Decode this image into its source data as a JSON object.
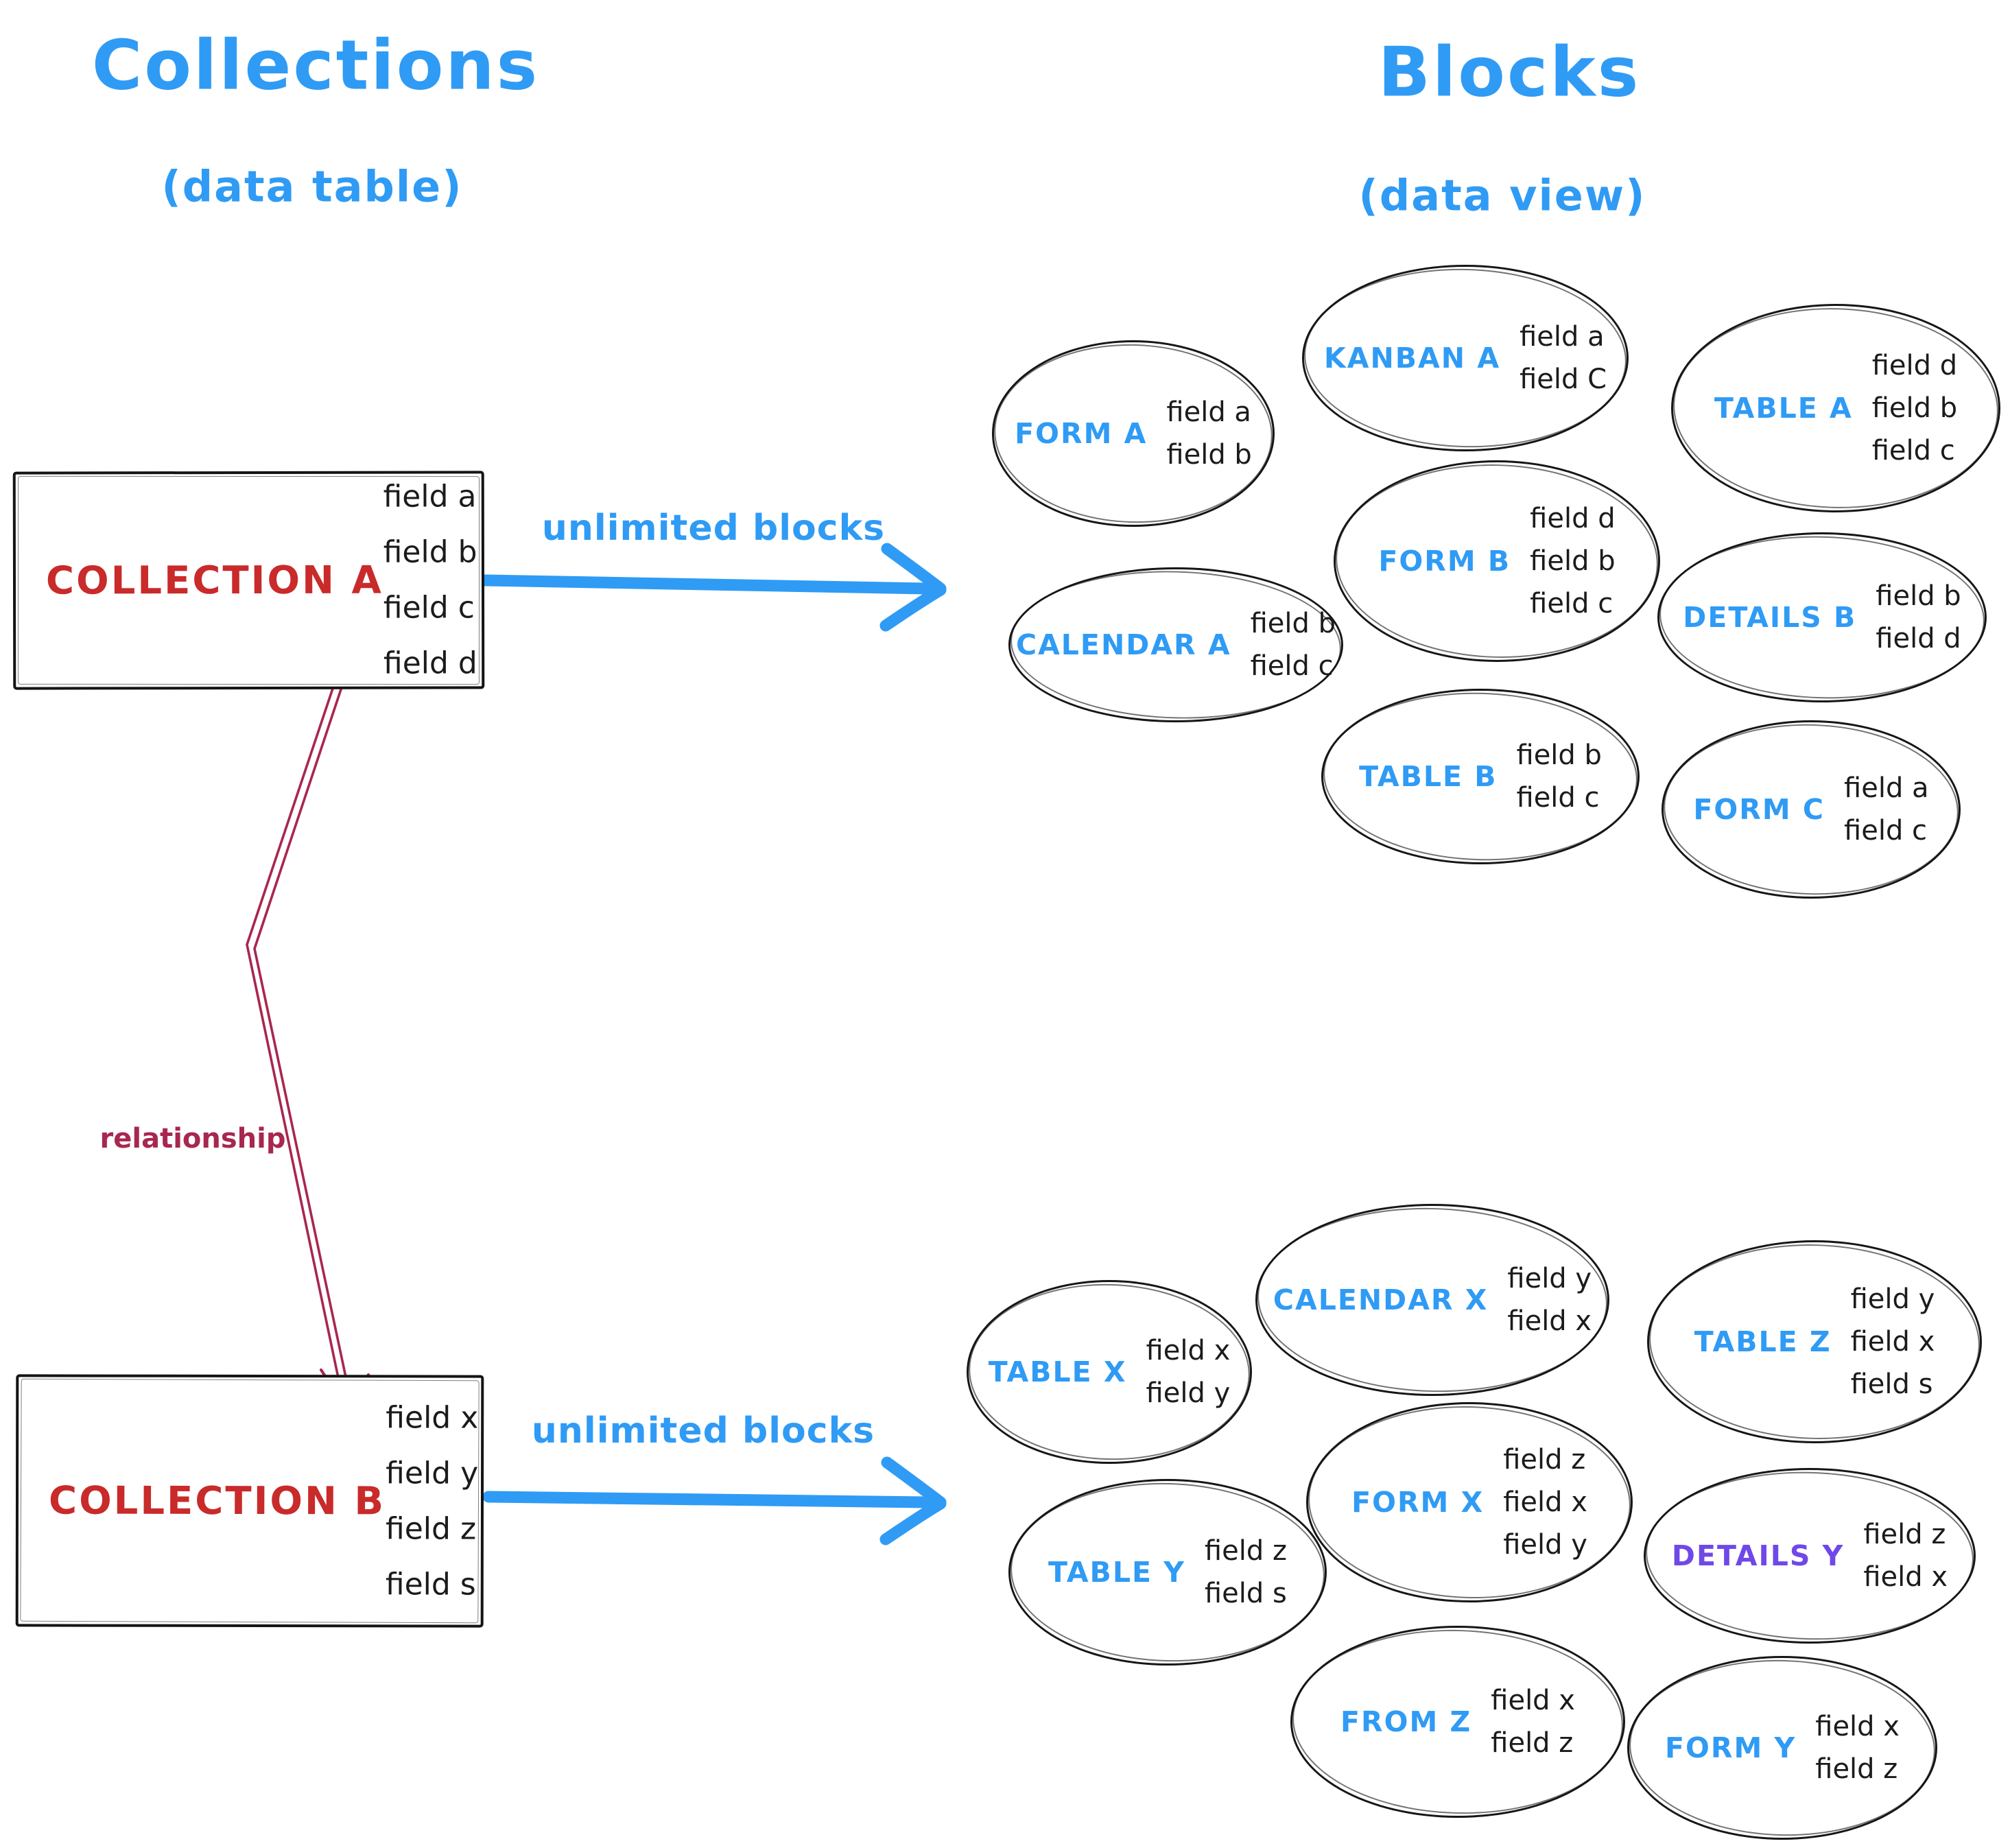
{
  "colors": {
    "blue": "#2f9bf5",
    "red": "#c92a2a",
    "crimson": "#a8274f",
    "purple": "#7048e8",
    "ink": "#1b1b1b"
  },
  "headers": {
    "collections": {
      "title": "Collections",
      "subtitle": "(data table)"
    },
    "blocks": {
      "title": "Blocks",
      "subtitle": "(data view)"
    }
  },
  "collections": [
    {
      "name": "COLLECTION A",
      "fields": [
        "field a",
        "field b",
        "field c",
        "field d"
      ]
    },
    {
      "name": "COLLECTION B",
      "fields": [
        "field x",
        "field y",
        "field z",
        "field s"
      ]
    }
  ],
  "arrows": {
    "collection_a_label": "unlimited blocks",
    "collection_b_label": "unlimited blocks",
    "relationship_label": "relationship"
  },
  "blocks": {
    "collection_a": [
      {
        "name": "FORM A",
        "fields": [
          "field a",
          "field b"
        ]
      },
      {
        "name": "KANBAN A",
        "fields": [
          "field a",
          "field C"
        ]
      },
      {
        "name": "TABLE A",
        "fields": [
          "field d",
          "field b",
          "field c"
        ]
      },
      {
        "name": "FORM B",
        "fields": [
          "field d",
          "field b",
          "field c"
        ]
      },
      {
        "name": "CALENDAR A",
        "fields": [
          "field b",
          "field c"
        ]
      },
      {
        "name": "DETAILS B",
        "fields": [
          "field b",
          "field d"
        ]
      },
      {
        "name": "TABLE B",
        "fields": [
          "field b",
          "field c"
        ]
      },
      {
        "name": "FORM C",
        "fields": [
          "field a",
          "field c"
        ]
      }
    ],
    "collection_b": [
      {
        "name": "TABLE X",
        "fields": [
          "field x",
          "field y"
        ]
      },
      {
        "name": "CALENDAR X",
        "fields": [
          "field y",
          "field x"
        ]
      },
      {
        "name": "TABLE Z",
        "fields": [
          "field y",
          "field x",
          "field s"
        ]
      },
      {
        "name": "FORM X",
        "fields": [
          "field z",
          "field x",
          "field y"
        ]
      },
      {
        "name": "TABLE Y",
        "fields": [
          "field z",
          "field s"
        ]
      },
      {
        "name": "DETAILS Y",
        "fields": [
          "field z",
          "field x"
        ],
        "label_color": "purple"
      },
      {
        "name": "FROM Z",
        "fields": [
          "field x",
          "field z"
        ]
      },
      {
        "name": "FORM Y",
        "fields": [
          "field x",
          "field z"
        ]
      }
    ]
  }
}
